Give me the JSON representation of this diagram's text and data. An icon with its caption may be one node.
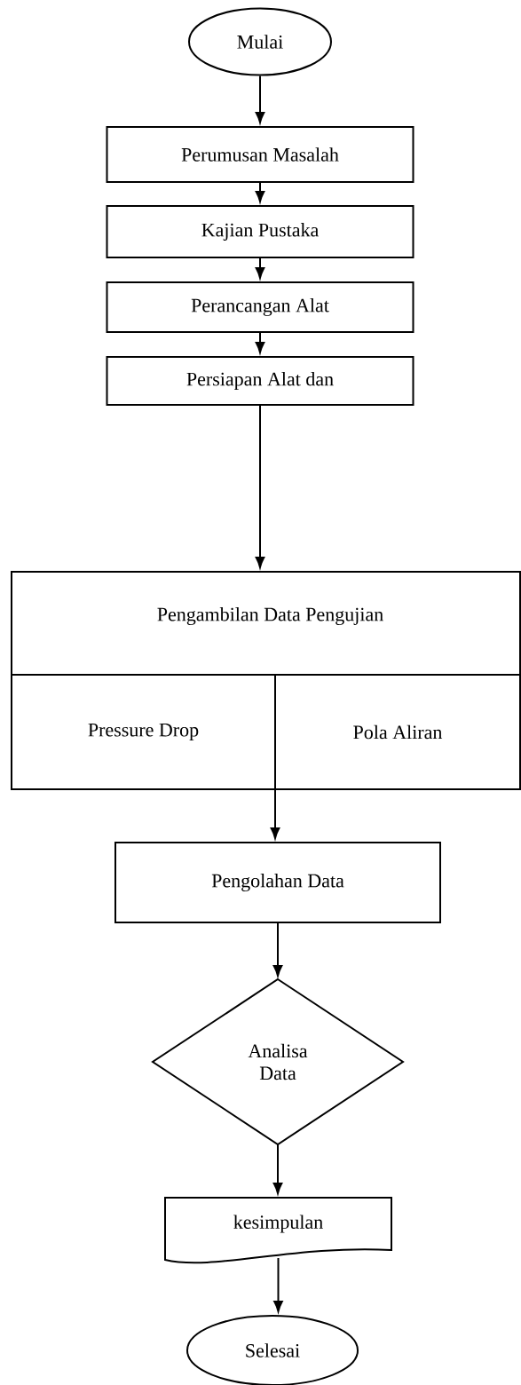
{
  "diagram": {
    "nodes": [
      {
        "text": [
          "Mulai"
        ]
      },
      {
        "text": [
          "Perumusan Masalah"
        ]
      },
      {
        "text": [
          "Kajian Pustaka"
        ]
      },
      {
        "text": [
          "Perancangan Alat"
        ]
      },
      {
        "text": [
          "Persiapan Alat dan"
        ]
      },
      {
        "text": [
          "Pengambilan Data Pengujian"
        ]
      },
      {
        "text": [
          "Pressure Drop"
        ],
        "in": 5
      },
      {
        "text": [
          "Pola Aliran"
        ],
        "in": 5
      },
      {
        "text": [
          "Pengolahan Data"
        ]
      },
      {
        "text": [
          "Analisa Data"
        ]
      },
      {
        "text": [
          "kesimpulan"
        ]
      },
      {
        "text": [
          "Selesai"
        ]
      }
    ],
    "edges": [
      {
        "from": 0,
        "to": 1,
        "arrow": "to"
      },
      {
        "from": 1,
        "to": 2,
        "arrow": "to"
      },
      {
        "from": 2,
        "to": 3,
        "arrow": "to"
      },
      {
        "from": 3,
        "to": 4,
        "arrow": "to"
      },
      {
        "from": 4,
        "to": 5,
        "arrow": "to"
      },
      {
        "from": 5,
        "to": 8,
        "arrow": "to"
      },
      {
        "from": 8,
        "to": 9,
        "arrow": "to"
      },
      {
        "from": 9,
        "to": 10,
        "arrow": "to"
      },
      {
        "from": 10,
        "to": 11,
        "arrow": "to"
      }
    ]
  }
}
